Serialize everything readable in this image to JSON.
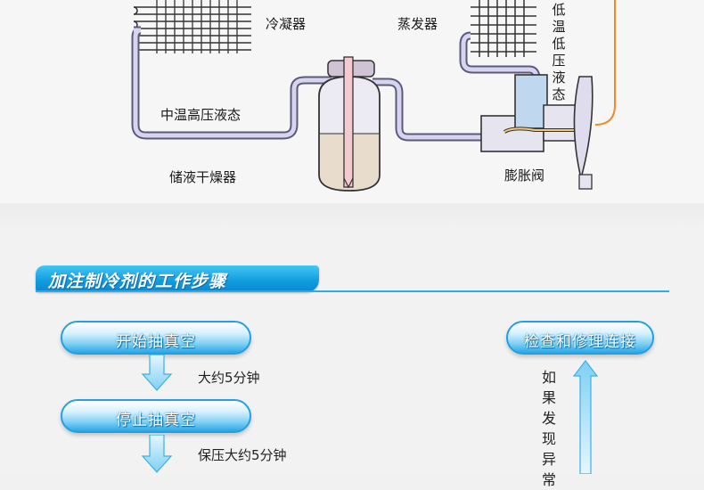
{
  "diagram": {
    "condenser_label": "冷凝器",
    "evaporator_label": "蒸发器",
    "high_temp_pressure_liquid_label": "中温高压液态",
    "receiver_drier_label": "储液干燥器",
    "expansion_valve_label": "膨胀阀",
    "low_temp_pressure_liquid_label": "低温低压液态"
  },
  "section": {
    "title": "加注制冷剂的工作步骤"
  },
  "steps": [
    {
      "label": "开始抽真空",
      "note": "大约5分钟"
    },
    {
      "label": "停止抽真空",
      "note": "保压大约5分钟"
    }
  ],
  "check": {
    "label": "检查和修理连接",
    "side_text": "如果发现异常"
  },
  "colors": {
    "accent": "#139ee0",
    "pipe": "#b7b4d6",
    "orange_line": "#f08a24"
  }
}
